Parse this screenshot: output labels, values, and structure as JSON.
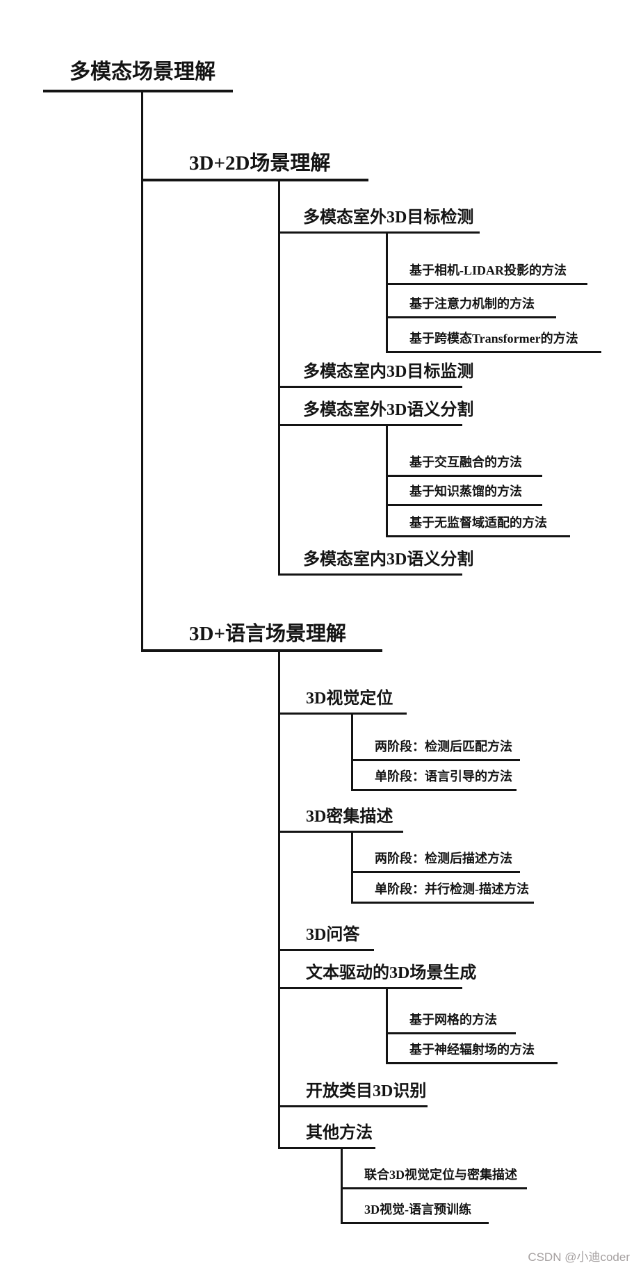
{
  "tree": {
    "label": "多模态场景理解",
    "children": [
      {
        "label": "3D+2D场景理解",
        "children": [
          {
            "label": "多模态室外3D目标检测",
            "children": [
              {
                "label": "基于相机-LIDAR投影的方法"
              },
              {
                "label": "基于注意力机制的方法"
              },
              {
                "label": "基于跨模态Transformer的方法"
              }
            ]
          },
          {
            "label": "多模态室内3D目标监测"
          },
          {
            "label": "多模态室外3D语义分割",
            "children": [
              {
                "label": "基于交互融合的方法"
              },
              {
                "label": "基于知识蒸馏的方法"
              },
              {
                "label": "基于无监督域适配的方法"
              }
            ]
          },
          {
            "label": "多模态室内3D语义分割"
          }
        ]
      },
      {
        "label": "3D+语言场景理解",
        "children": [
          {
            "label": "3D视觉定位",
            "children": [
              {
                "label": "两阶段：检测后匹配方法"
              },
              {
                "label": "单阶段：语言引导的方法"
              }
            ]
          },
          {
            "label": "3D密集描述",
            "children": [
              {
                "label": "两阶段：检测后描述方法"
              },
              {
                "label": "单阶段：并行检测-描述方法"
              }
            ]
          },
          {
            "label": "3D问答"
          },
          {
            "label": "文本驱动的3D场景生成",
            "children": [
              {
                "label": "基于网格的方法"
              },
              {
                "label": "基于神经辐射场的方法"
              }
            ]
          },
          {
            "label": "开放类目3D识别"
          },
          {
            "label": "其他方法",
            "children": [
              {
                "label": "联合3D视觉定位与密集描述"
              },
              {
                "label": "3D视觉-语言预训练"
              }
            ]
          }
        ]
      }
    ]
  },
  "watermark": {
    "text": "CSDN @小迪coder"
  },
  "colors": {
    "line": "#141414",
    "text": "#141414",
    "background": "#ffffff",
    "watermark": "#a5a0a0"
  }
}
